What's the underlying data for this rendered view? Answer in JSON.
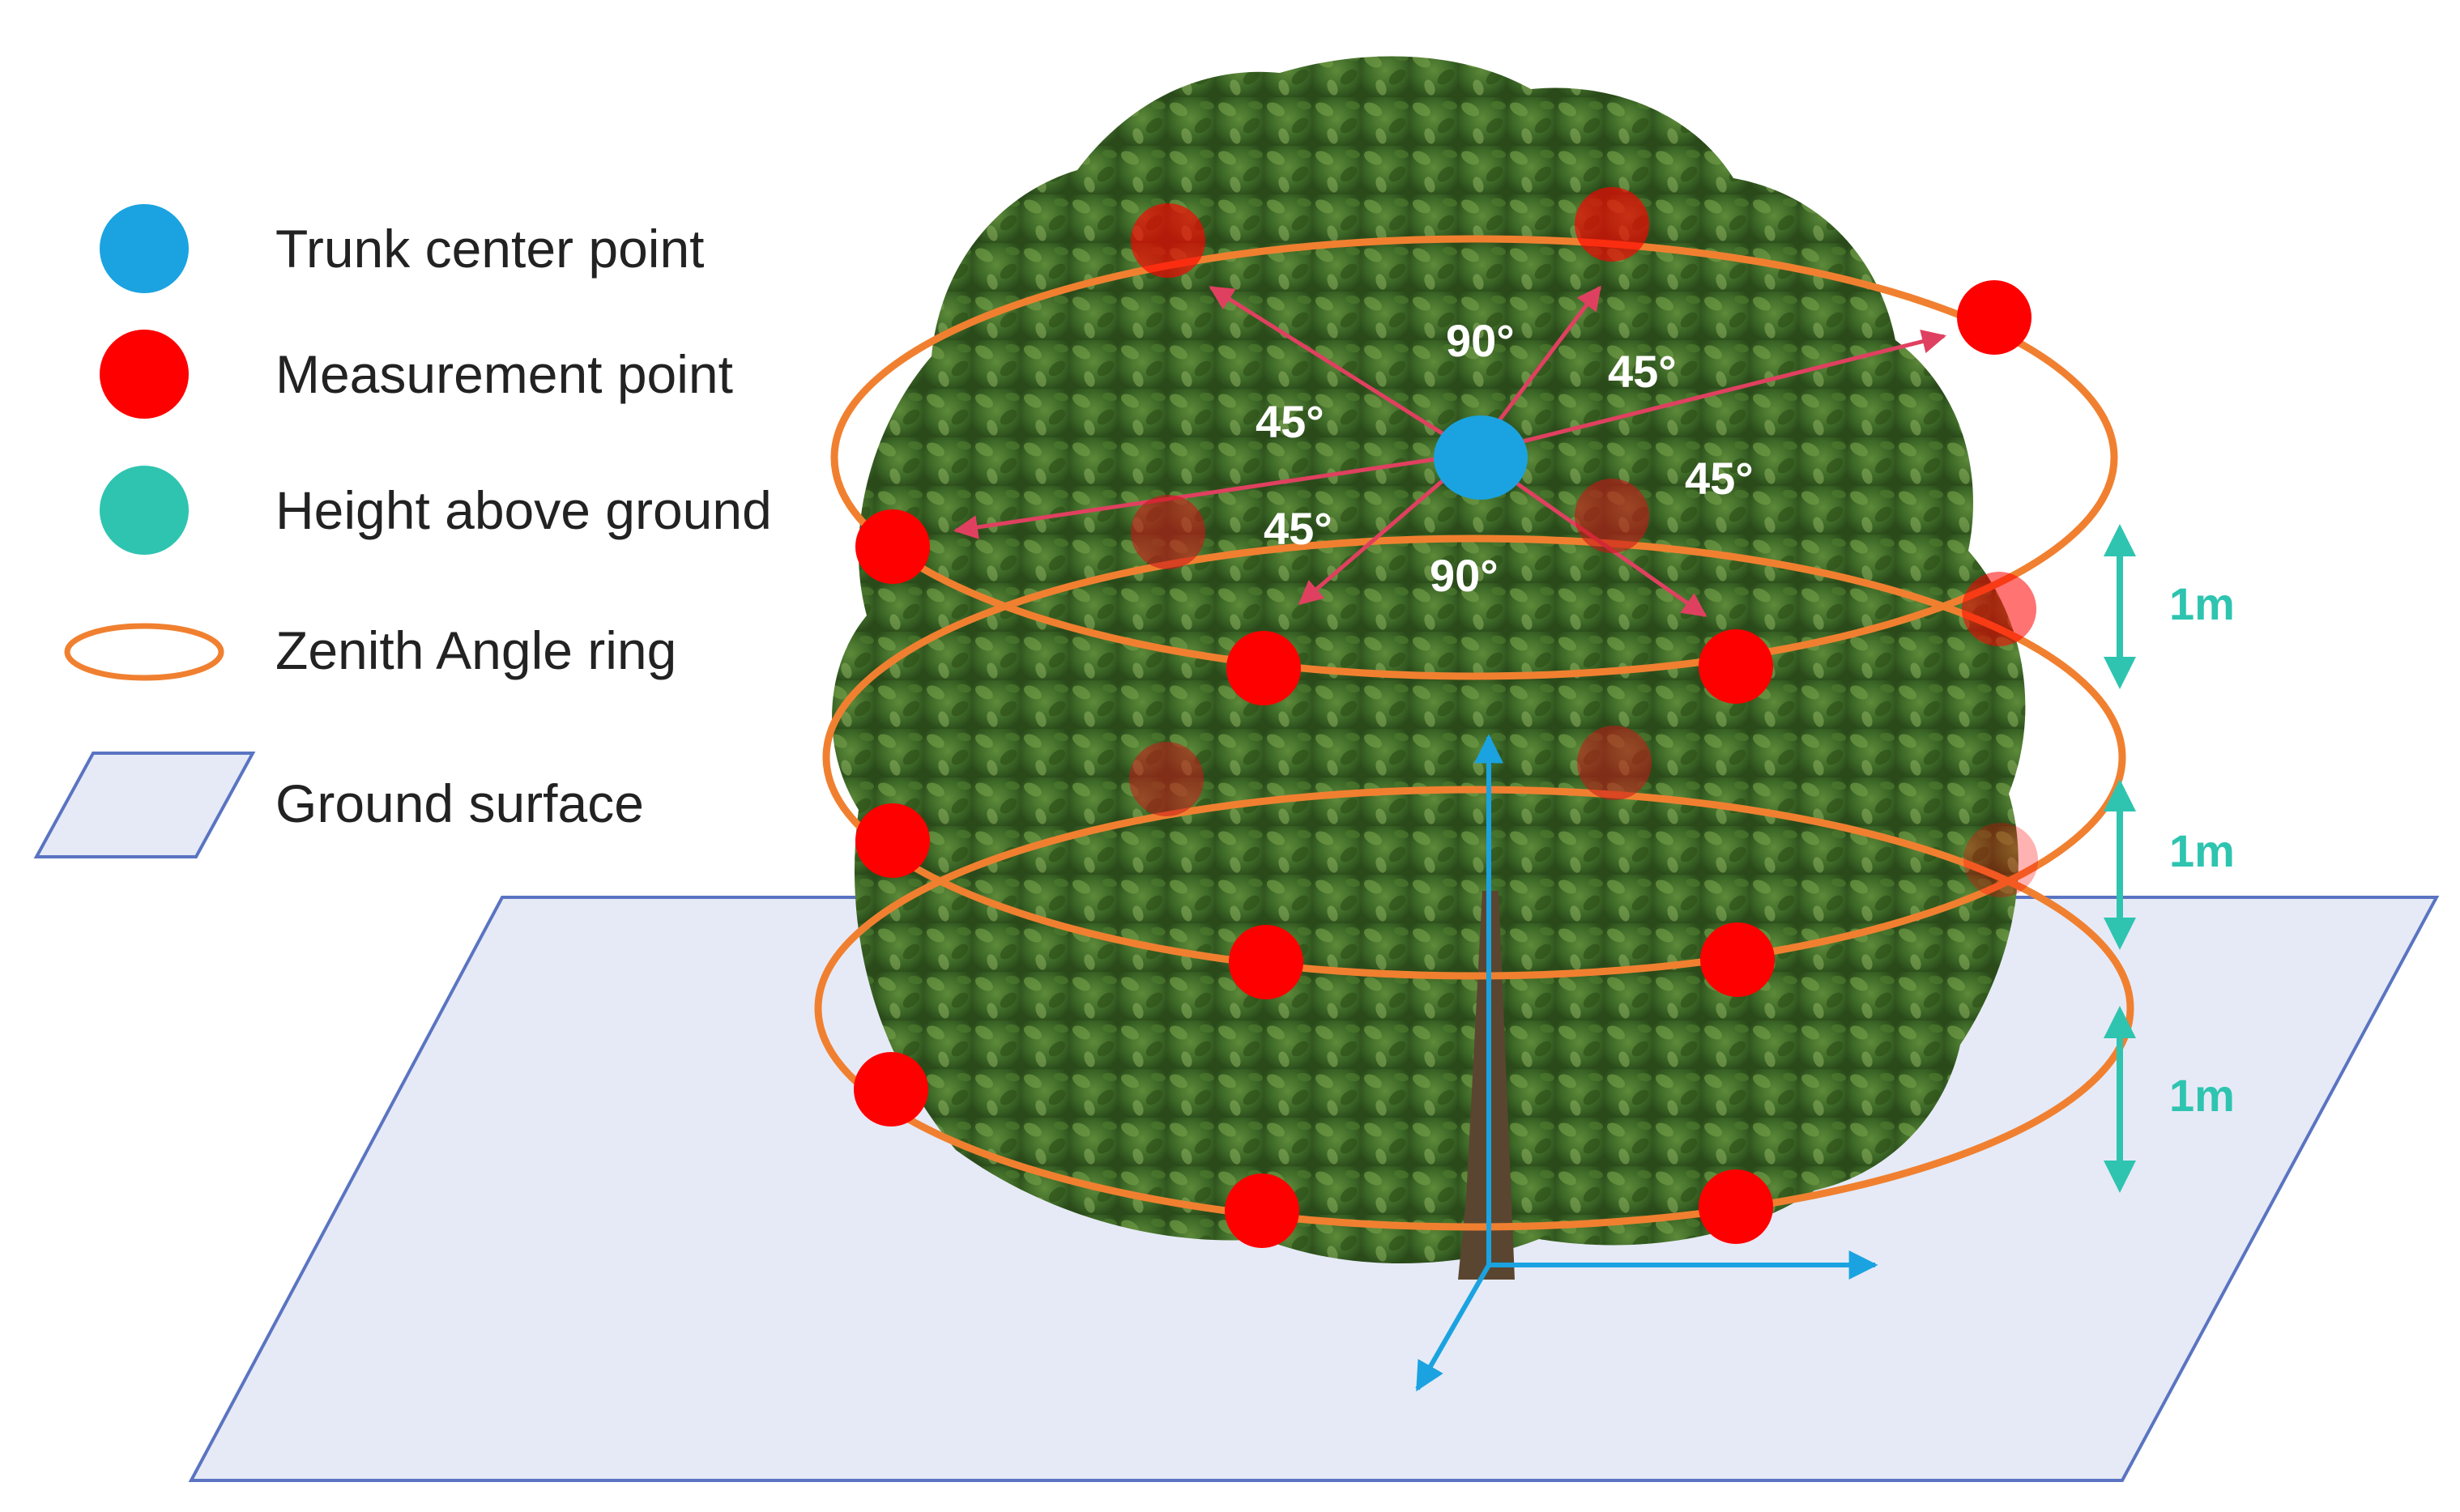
{
  "colors": {
    "trunk_center": "#1AA3E0",
    "measurement": "#FF0000",
    "height_axis": "#2EC4B0",
    "ring": "#F08030",
    "ground_fill": "#E6EAF6",
    "ground_stroke": "#5A74C2",
    "direction_arrow": "#E04060",
    "axis": "#1AA3E0",
    "foliage": "#3E6A28"
  },
  "legend": {
    "items": [
      {
        "label": "Trunk center point",
        "icon": "trunk-center-dot"
      },
      {
        "label": "Measurement point",
        "icon": "measurement-dot"
      },
      {
        "label": "Height above ground",
        "icon": "height-dot"
      },
      {
        "label": "Zenith Angle ring",
        "icon": "ring-ellipse"
      },
      {
        "label": "Ground surface",
        "icon": "ground-parallelogram"
      }
    ]
  },
  "angles": {
    "top": "90°",
    "upper_right": "45°",
    "left": "45°",
    "right": "45°",
    "lower_left": "45°",
    "bottom": "90°"
  },
  "dimensions": {
    "upper": "1m",
    "middle": "1m",
    "lower": "1m"
  }
}
